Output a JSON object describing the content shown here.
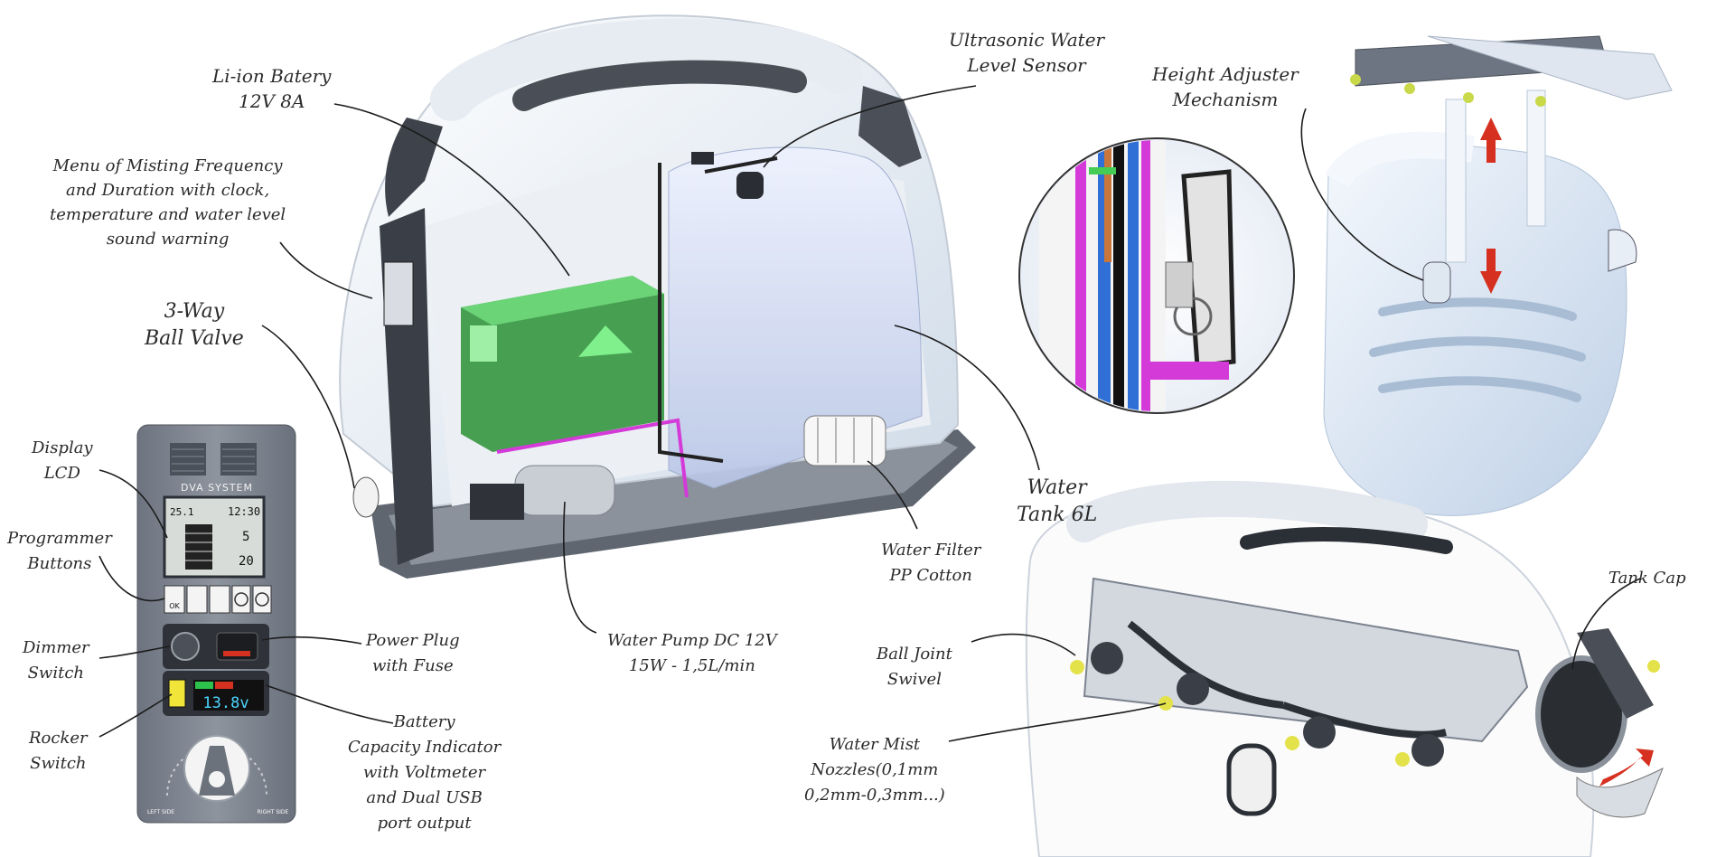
{
  "labels": {
    "li_ion_battery": [
      "Li-ion Batery",
      "12V 8A"
    ],
    "menu_misting": [
      "Menu of Misting Frequency",
      "and Duration with clock,",
      "temperature and water level",
      "sound warning"
    ],
    "three_way_valve": [
      "3-Way",
      "Ball Valve"
    ],
    "ultrasonic_sensor": [
      "Ultrasonic Water",
      "Level Sensor"
    ],
    "height_adjuster": [
      "Height Adjuster",
      "Mechanism"
    ],
    "water_tank": [
      "Water",
      "Tank 6L"
    ],
    "water_filter": [
      "Water Filter",
      "PP Cotton"
    ],
    "water_pump": [
      "Water Pump DC 12V",
      "15W - 1,5L/min"
    ],
    "display_lcd": [
      "Display",
      "LCD"
    ],
    "programmer_buttons": [
      "Programmer",
      "Buttons"
    ],
    "dimmer_switch": [
      "Dimmer",
      "Switch"
    ],
    "rocker_switch": [
      "Rocker",
      "Switch"
    ],
    "power_plug": [
      "Power Plug",
      "with Fuse"
    ],
    "battery_indicator": [
      "Battery",
      "Capacity Indicator",
      "with Voltmeter",
      "and Dual USB",
      "port output"
    ],
    "ball_joint": [
      "Ball Joint",
      "Swivel"
    ],
    "water_mist_nozzles": [
      "Water Mist",
      "Nozzles(0,1mm",
      "0,2mm-0,3mm...)"
    ],
    "tank_cap": [
      "Tank Cap"
    ]
  },
  "panel": {
    "brand": "DVA SYSTEM",
    "lcd_temp": "25.1",
    "lcd_time": "12:30",
    "lcd_value_1": "5",
    "lcd_value_2": "20",
    "button_ok": "OK",
    "voltmeter": "13.8v",
    "dial_left": "LEFT SIDE",
    "dial_right": "RIGHT SIDE"
  },
  "colors": {
    "shell": "#eef3f8",
    "tank": "#c9d9f2",
    "battery": "#4fbf58",
    "panel": "#7b8390",
    "accent_magenta": "#d43ad8",
    "accent_red": "#d63020",
    "accent_blue": "#2f6fd6"
  }
}
